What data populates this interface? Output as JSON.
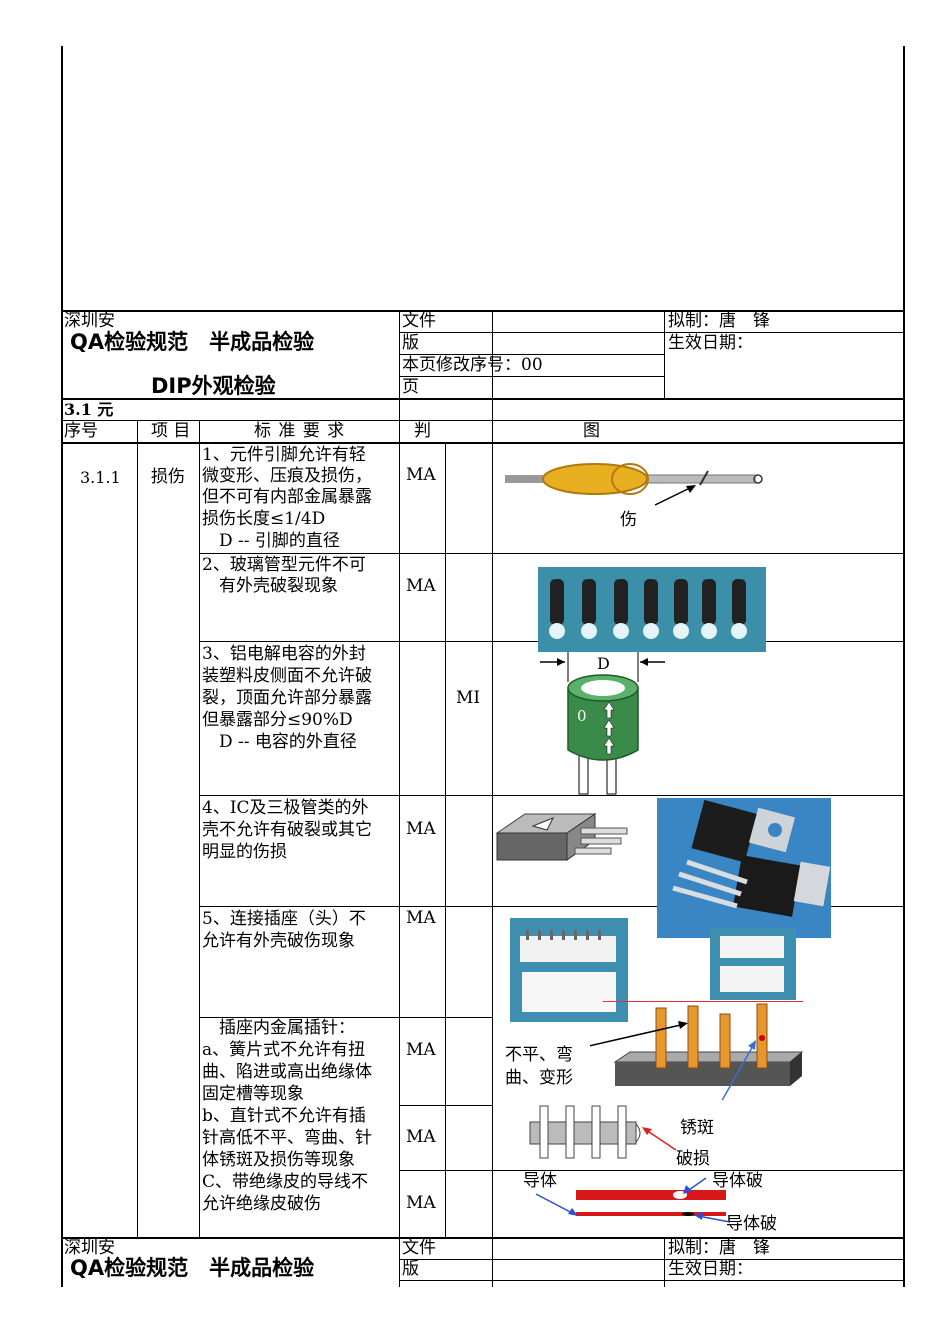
{
  "header": {
    "company": "深圳安",
    "title": "QA检验规范　半成品检验",
    "subtitle": "DIP外观检验",
    "doc_no_label": "文件",
    "version_label": "版",
    "revision_label": "本页修改序号：00",
    "page_label": "页",
    "drafted_by": "拟制：唐　锋",
    "effective_date": "生效日期："
  },
  "section": {
    "title": "3.1 元"
  },
  "table": {
    "columns": [
      "序号",
      "项 目",
      "标 准 要 求",
      "判",
      "图"
    ],
    "item_no": "3.1.1",
    "item_name": "损伤",
    "rows": [
      {
        "req": [
          "1、元件引脚允许有轻",
          "微变形、压痕及损伤，",
          "但不可有内部金属暴露",
          "损伤长度≤1/4D",
          "　D -- 引脚的直径"
        ],
        "grade": "MA"
      },
      {
        "req": [
          "2、玻璃管型元件不可",
          "　有外壳破裂现象"
        ],
        "grade": "MA"
      },
      {
        "req": [
          "3、铝电解电容的外封",
          "装塑料皮侧面不允许破",
          "裂，顶面允许部分暴露",
          "但暴露部分≤90%D",
          "　D -- 电容的外直径"
        ],
        "grade": "MI"
      },
      {
        "req": [
          "4、IC及三极管类的外",
          "壳不允许有破裂或其它",
          "明显的伤损"
        ],
        "grade": "MA"
      },
      {
        "req": [
          "5、连接插座（头）不",
          "允许有外壳破伤现象"
        ],
        "grade": "MA"
      },
      {
        "req": [
          "　插座内金属插针：",
          "a、簧片式不允许有扭",
          "曲、陷进或高出绝缘体",
          "固定槽等现象"
        ],
        "grade": "MA"
      },
      {
        "req": [
          "b、直针式不允许有插",
          "针高低不平、弯曲、针",
          "体锈斑及损伤等现象"
        ],
        "grade": "MA"
      },
      {
        "req": [
          "C、带绝缘皮的导线不",
          "允许绝缘皮破伤"
        ],
        "grade": "MA"
      }
    ]
  },
  "figure_labels": {
    "damage": "伤",
    "diameter": "D",
    "cap_marks": "0",
    "uneven": [
      "不平、弯",
      "曲、变形"
    ],
    "rust": "锈斑",
    "broken": "破损",
    "conductor": "导体",
    "conductor_break": "导体破",
    "conductor_break2": "导体破"
  },
  "footer": {
    "company": "深圳安",
    "title": "QA检验规范　半成品检验",
    "doc_no_label": "文件",
    "version_label": "版",
    "drafted_by": "拟制：唐　锋",
    "effective_date": "生效日期："
  }
}
